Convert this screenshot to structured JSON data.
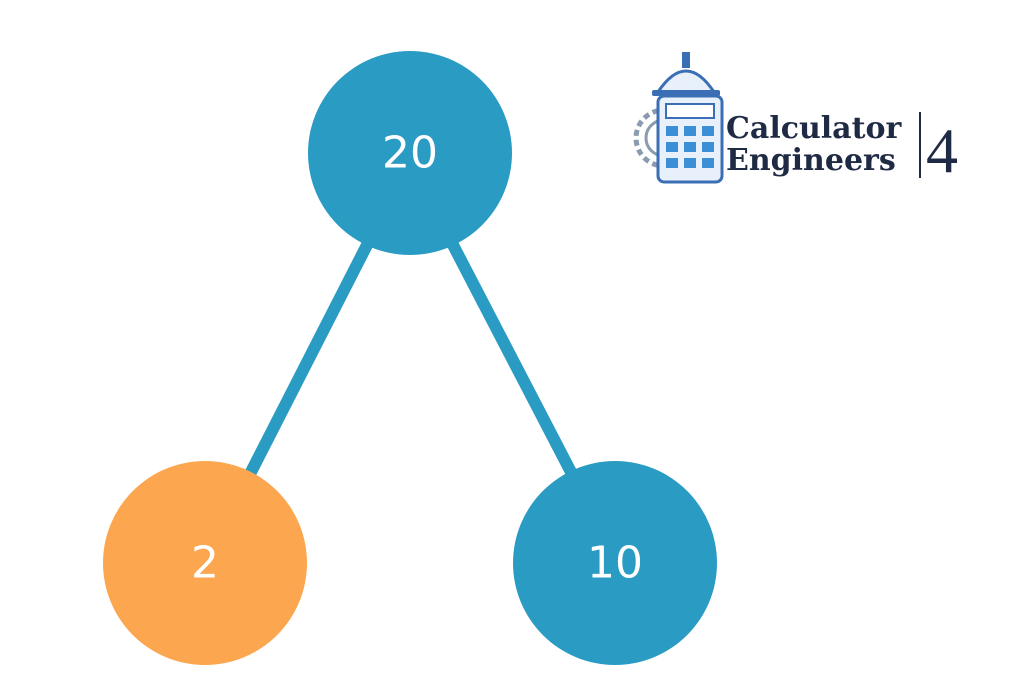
{
  "tree": {
    "edge_color": "#2a9bc3",
    "nodes": [
      {
        "id": "root",
        "label": "20",
        "color": "#2a9bc3"
      },
      {
        "id": "left",
        "label": "2",
        "color": "#fca64f"
      },
      {
        "id": "right",
        "label": "10",
        "color": "#2a9bc3"
      }
    ]
  },
  "logo": {
    "line1": "Calculator",
    "line2": "Engineers",
    "number": "4"
  }
}
